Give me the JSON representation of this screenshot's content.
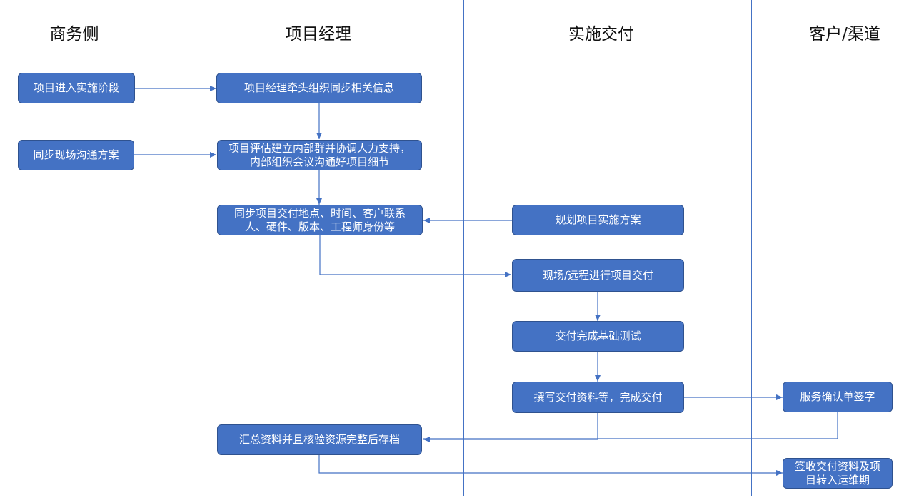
{
  "lanes": {
    "business": "商务侧",
    "pm": "项目经理",
    "delivery": "实施交付",
    "customer": "客户/渠道"
  },
  "boxes": {
    "b1": "项目进入实施阶段",
    "b2": "同步现场沟通方案",
    "p1": "项目经理牵头组织同步相关信息",
    "p2": "项目评估建立内部群并协调人力支持，内部组织会议沟通好项目细节",
    "p3": "同步项目交付地点、时间、客户联系人、硬件、版本、工程师身份等",
    "p4": "汇总资料并且核验资源完整后存档",
    "d1": "规划项目实施方案",
    "d2": "现场/远程进行项目交付",
    "d3": "交付完成基础测试",
    "d4": "撰写交付资料等，完成交付",
    "c1": "服务确认单签字",
    "c2": "签收交付资料及项目转入运维期"
  },
  "colors": {
    "box_fill": "#4472c4",
    "box_border": "#2f528f",
    "line": "#4472c4",
    "text": "#ffffff"
  }
}
